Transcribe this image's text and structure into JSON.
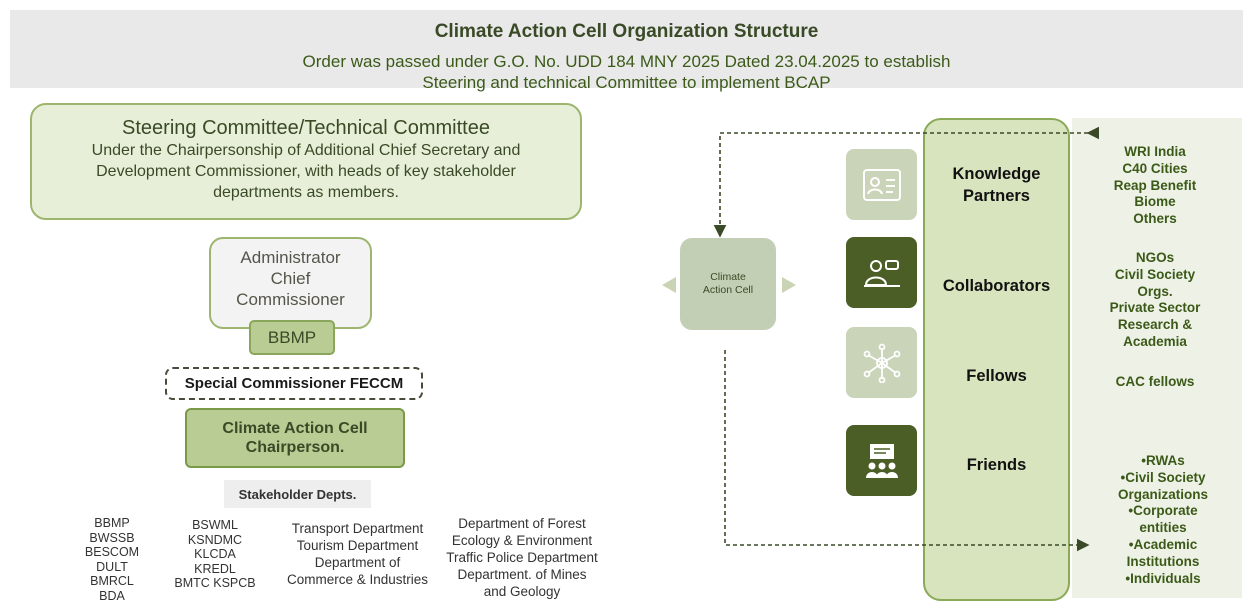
{
  "header": {
    "title": "Climate Action Cell Organization Structure",
    "subtitle_line1": "Order was passed under G.O. No. UDD 184 MNY 2025 Dated 23.04.2025 to establish",
    "subtitle_line2": "Steering and technical Committee to implement BCAP"
  },
  "steering": {
    "title": "Steering Committee/Technical Committee",
    "lines": [
      "Under the Chairpersonship of Additional Chief Secretary and",
      "Development Commissioner, with heads of key stakeholder",
      "departments as members."
    ]
  },
  "administrator": {
    "lines": [
      "Administrator",
      "Chief",
      "Commissioner"
    ]
  },
  "bbmp_label": "BBMP",
  "special_commissioner": "Special Commissioner FECCM",
  "cac_chair": {
    "lines": [
      "Climate Action Cell",
      "Chairperson."
    ]
  },
  "stakeholder_label": "Stakeholder Depts.",
  "stakeholder_columns": [
    [
      "BBMP",
      "BWSSB",
      "BESCOM",
      "DULT",
      "BMRCL",
      "BDA"
    ],
    [
      "BSWML",
      "KSNDMC",
      "KLCDA",
      "KREDL",
      "BMTC KSPCB"
    ],
    [
      "Transport Department",
      "Tourism Department",
      "Department of",
      "Commerce & Industries"
    ],
    [
      "Department of Forest",
      "Ecology & Environment",
      "Traffic Police Department",
      "Department. of Mines",
      "and Geology"
    ]
  ],
  "climate_action_cell": {
    "lines": [
      "Climate",
      "Action Cell"
    ]
  },
  "categories": [
    {
      "label_lines": [
        "Knowledge",
        "Partners"
      ],
      "icon": "id-card-icon",
      "items": [
        "WRI India",
        "C40 Cities",
        "Reap Benefit",
        "Biome",
        "Others"
      ]
    },
    {
      "label_lines": [
        "Collaborators"
      ],
      "icon": "collaborator-icon",
      "items": [
        "NGOs",
        "Civil Society",
        "Orgs.",
        "Private Sector",
        "Research &",
        "Academia"
      ]
    },
    {
      "label_lines": [
        "Fellows"
      ],
      "icon": "network-icon",
      "items": [
        "CAC fellows"
      ]
    },
    {
      "label_lines": [
        "Friends"
      ],
      "icon": "presentation-group-icon",
      "items": [
        "•RWAs",
        "•Civil Society",
        "Organizations",
        "•Corporate",
        "entities",
        "•Academic",
        "Institutions",
        "•Individuals"
      ]
    }
  ],
  "colors": {
    "accent_green": "#3b5a18",
    "light_green": "#b8cc94",
    "dark_icon_bg": "#4a5e25",
    "light_icon_bg": "#c9d4b8"
  }
}
